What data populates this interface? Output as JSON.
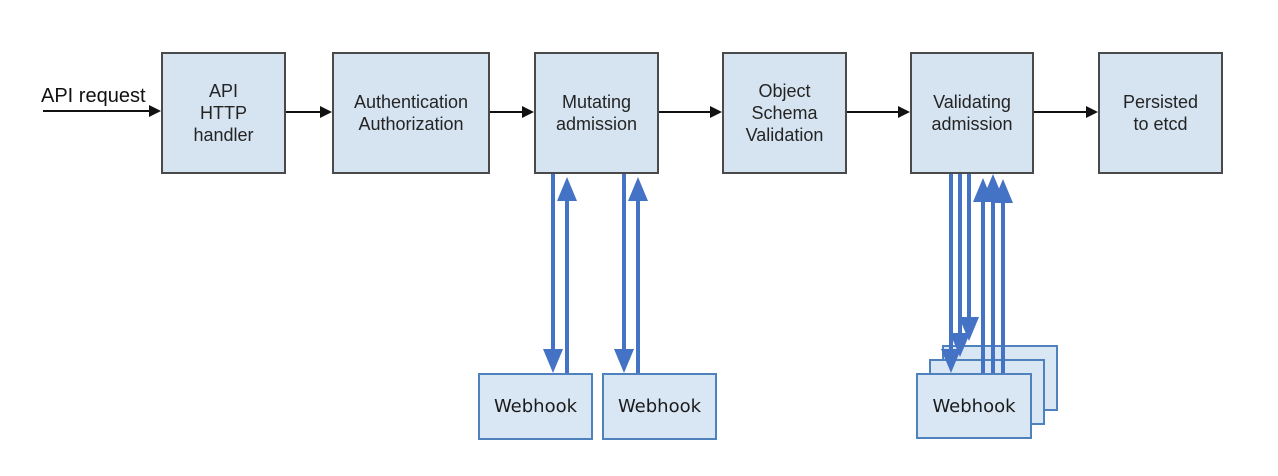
{
  "labels": {
    "request": "API request"
  },
  "colors": {
    "node_fill": "#d6e4f1",
    "node_border": "#4a4a4a",
    "webhook_fill": "#d9e6f4",
    "webhook_border": "#4f81bd",
    "flow_arrow": "#111111",
    "webhook_arrow": "#4472c4"
  },
  "pipeline": [
    {
      "name": "api-http-handler",
      "lines": [
        "API",
        "HTTP",
        "handler"
      ]
    },
    {
      "name": "authentication-authorization",
      "lines": [
        "Authentication",
        "Authorization"
      ]
    },
    {
      "name": "mutating-admission",
      "lines": [
        "Mutating",
        "admission"
      ]
    },
    {
      "name": "object-schema-validation",
      "lines": [
        "Object",
        "Schema",
        "Validation"
      ]
    },
    {
      "name": "validating-admission",
      "lines": [
        "Validating",
        "admission"
      ]
    },
    {
      "name": "persisted-to-etcd",
      "lines": [
        "Persisted",
        "to etcd"
      ]
    }
  ],
  "webhooks": {
    "mutating": [
      {
        "label": "Webhook"
      },
      {
        "label": "Webhook"
      }
    ],
    "validating_stack": [
      {
        "label": "Webhook"
      },
      {
        "label": "Webhook"
      },
      {
        "label": "Webhook"
      }
    ]
  }
}
